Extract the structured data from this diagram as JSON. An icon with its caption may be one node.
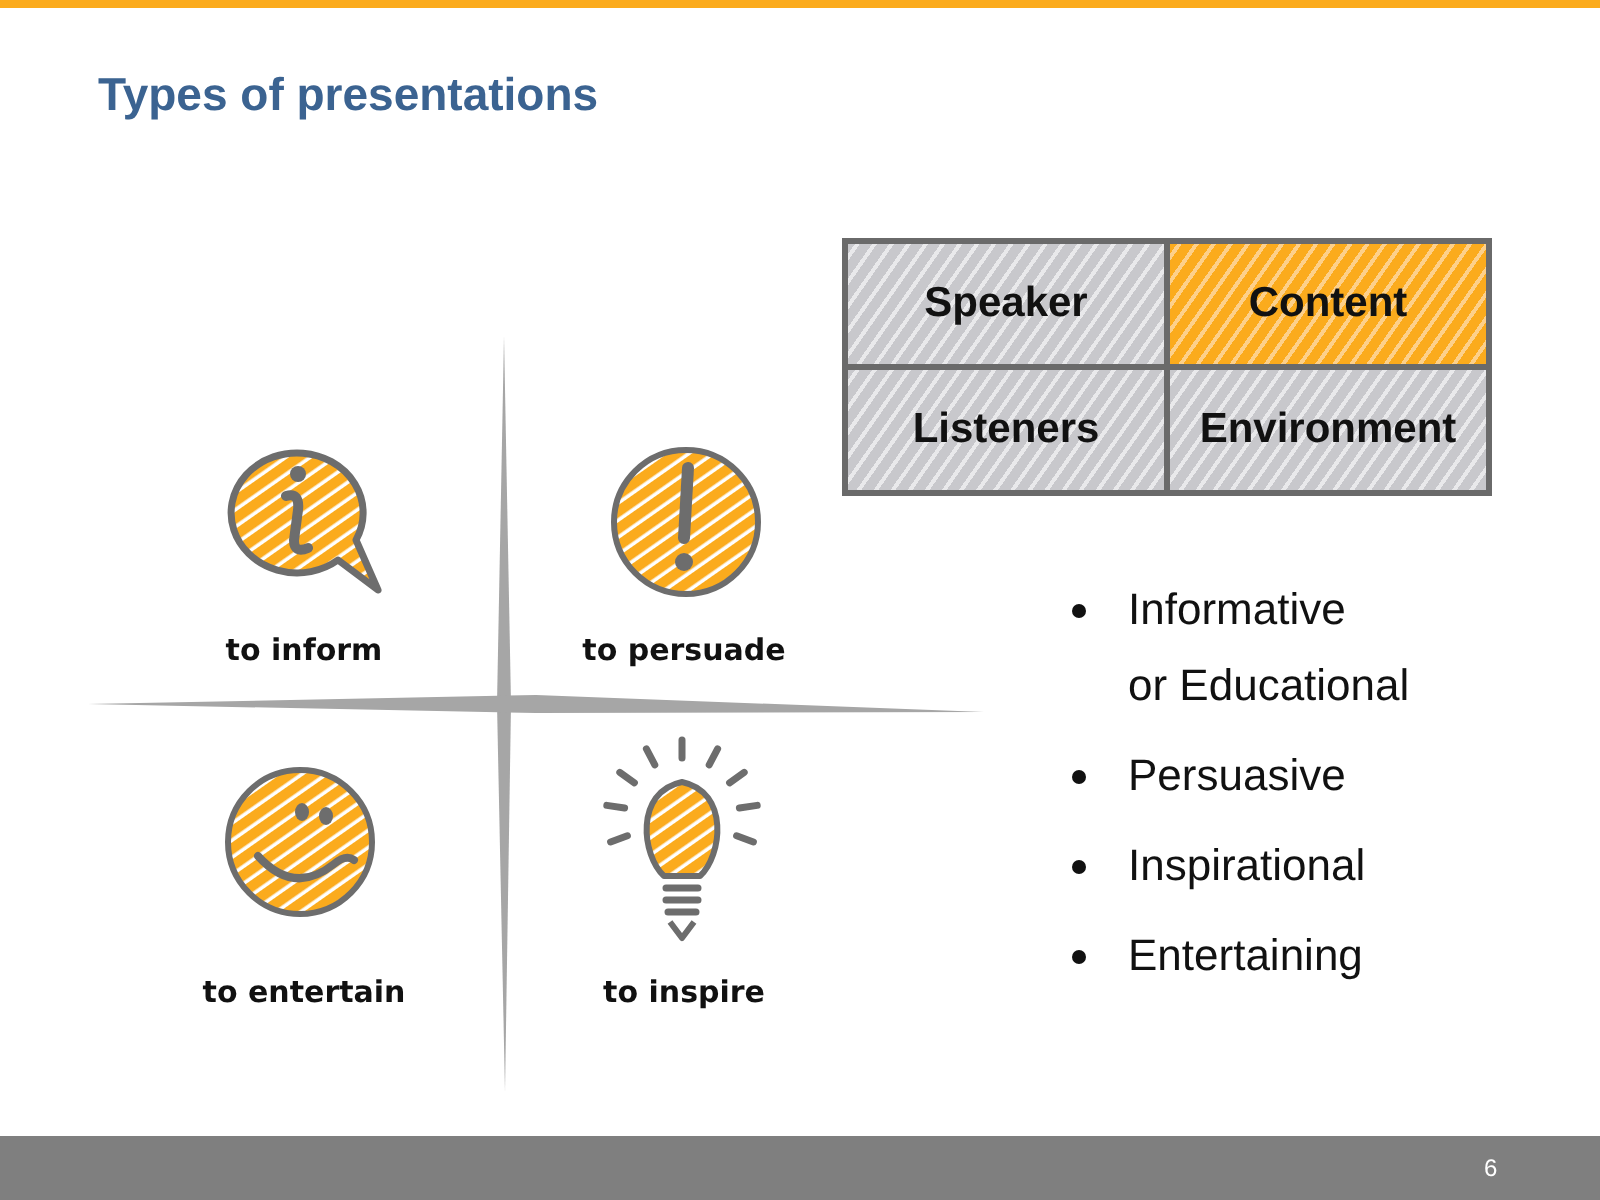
{
  "diagram": {
    "title": "Types of presentations",
    "nodes": [
      {
        "text": [
          "Speaker"
        ]
      },
      {
        "text": [
          "Content"
        ]
      },
      {
        "text": [
          "Listeners"
        ]
      },
      {
        "text": [
          "Environment"
        ]
      }
    ],
    "labels": [
      "to inform",
      "to persuade",
      "to entertain",
      "to inspire",
      "Informative or Educational",
      "Persuasive",
      "Inspirational",
      "Entertaining",
      "6"
    ]
  }
}
